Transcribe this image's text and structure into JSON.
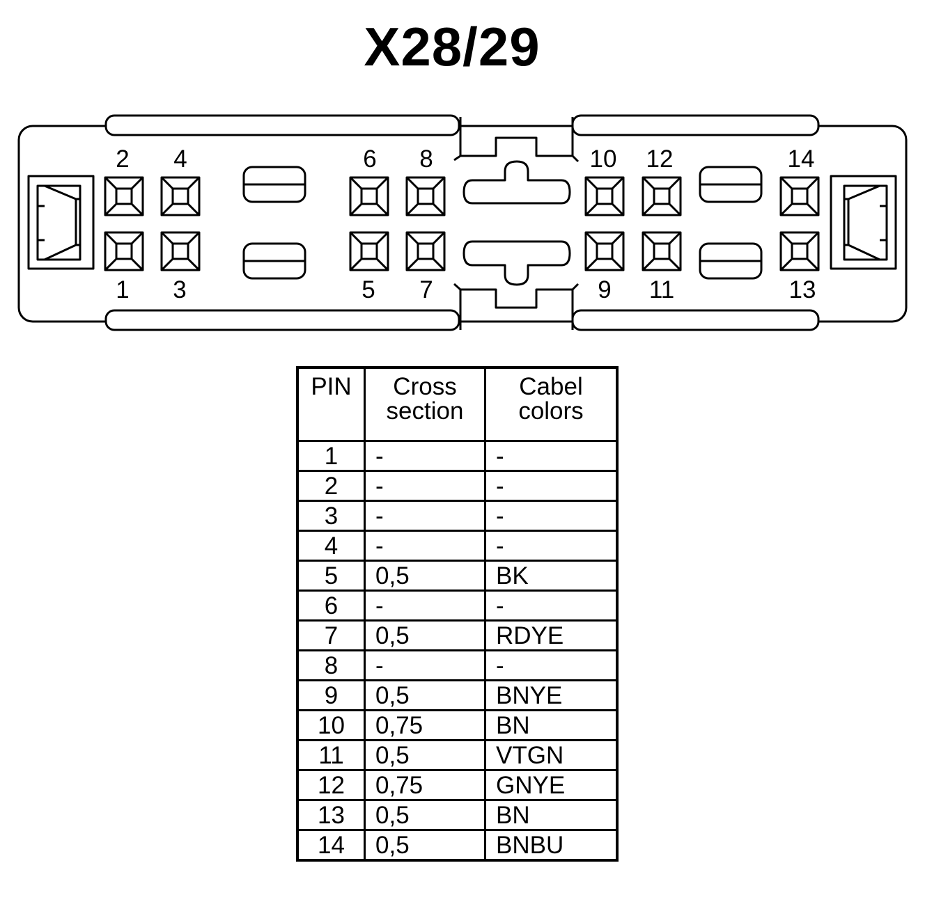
{
  "title": "X28/29",
  "pin_labels": {
    "top": [
      "2",
      "4",
      "6",
      "8",
      "10",
      "12",
      "14"
    ],
    "bottom": [
      "1",
      "3",
      "5",
      "7",
      "9",
      "11",
      "13"
    ]
  },
  "table": {
    "headers": {
      "pin": "PIN",
      "cross_section": [
        "Cross",
        "section"
      ],
      "cable_colors": [
        "Cabel",
        "colors"
      ]
    },
    "rows": [
      {
        "pin": "1",
        "cross_section": "-",
        "color": "-"
      },
      {
        "pin": "2",
        "cross_section": "-",
        "color": "-"
      },
      {
        "pin": "3",
        "cross_section": "-",
        "color": "-"
      },
      {
        "pin": "4",
        "cross_section": "-",
        "color": "-"
      },
      {
        "pin": "5",
        "cross_section": "0,5",
        "color": "BK"
      },
      {
        "pin": "6",
        "cross_section": "-",
        "color": "-"
      },
      {
        "pin": "7",
        "cross_section": "0,5",
        "color": "RDYE"
      },
      {
        "pin": "8",
        "cross_section": "-",
        "color": "-"
      },
      {
        "pin": "9",
        "cross_section": "0,5",
        "color": "BNYE"
      },
      {
        "pin": "10",
        "cross_section": "0,75",
        "color": "BN"
      },
      {
        "pin": "11",
        "cross_section": "0,5",
        "color": "VTGN"
      },
      {
        "pin": "12",
        "cross_section": "0,75",
        "color": "GNYE"
      },
      {
        "pin": "13",
        "cross_section": "0,5",
        "color": "BN"
      },
      {
        "pin": "14",
        "cross_section": "0,5",
        "color": "BNBU"
      }
    ]
  }
}
